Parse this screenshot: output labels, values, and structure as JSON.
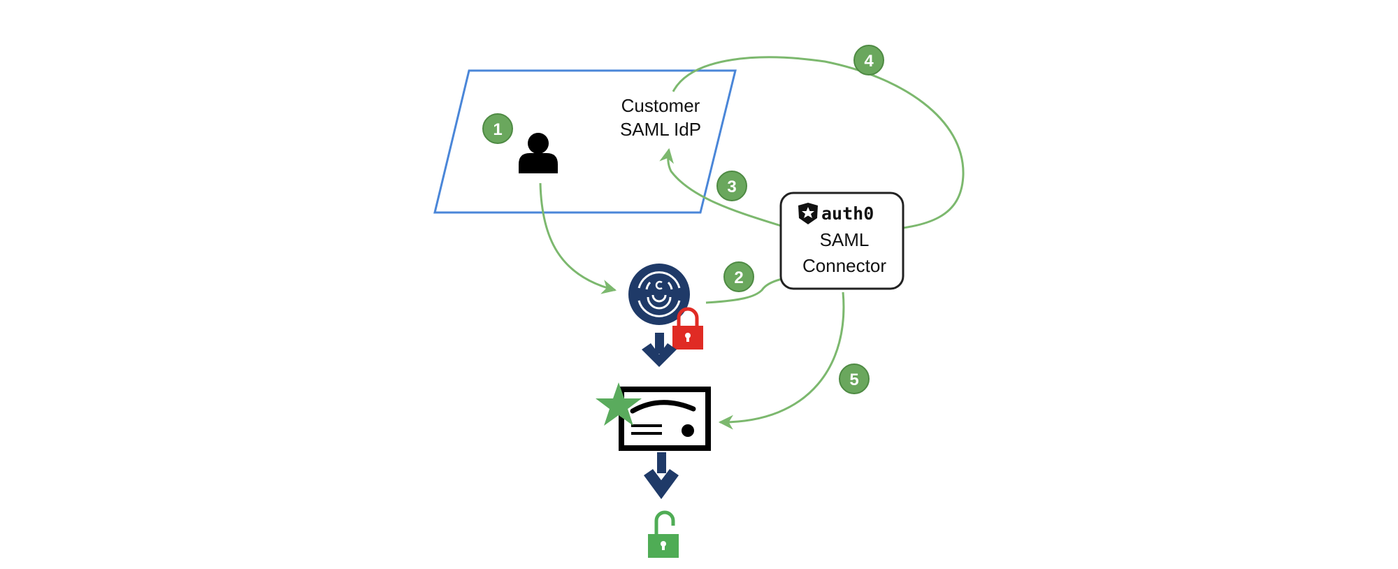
{
  "diagram": {
    "idp_zone": {
      "label_line1": "Customer",
      "label_line2": "SAML IdP"
    },
    "connector": {
      "brand": "auth0",
      "label_line1": "SAML",
      "label_line2": "Connector"
    },
    "steps": [
      {
        "number": "1"
      },
      {
        "number": "2"
      },
      {
        "number": "3"
      },
      {
        "number": "4"
      },
      {
        "number": "5"
      }
    ],
    "icons": {
      "user": "user-icon",
      "app": "app-logo-icon",
      "locked": "lock-closed-icon",
      "certificate": "certificate-icon",
      "star": "star-icon",
      "unlocked": "lock-open-icon",
      "auth0_logo": "auth0-shield-icon"
    },
    "colors": {
      "flow_arrow": "#7cb86e",
      "badge": "#6aa75d",
      "idp_border": "#4a86d8",
      "navy": "#1f3a68",
      "lock_red": "#e02b24",
      "lock_green": "#4fac55",
      "star_green": "#5aab5d"
    }
  }
}
